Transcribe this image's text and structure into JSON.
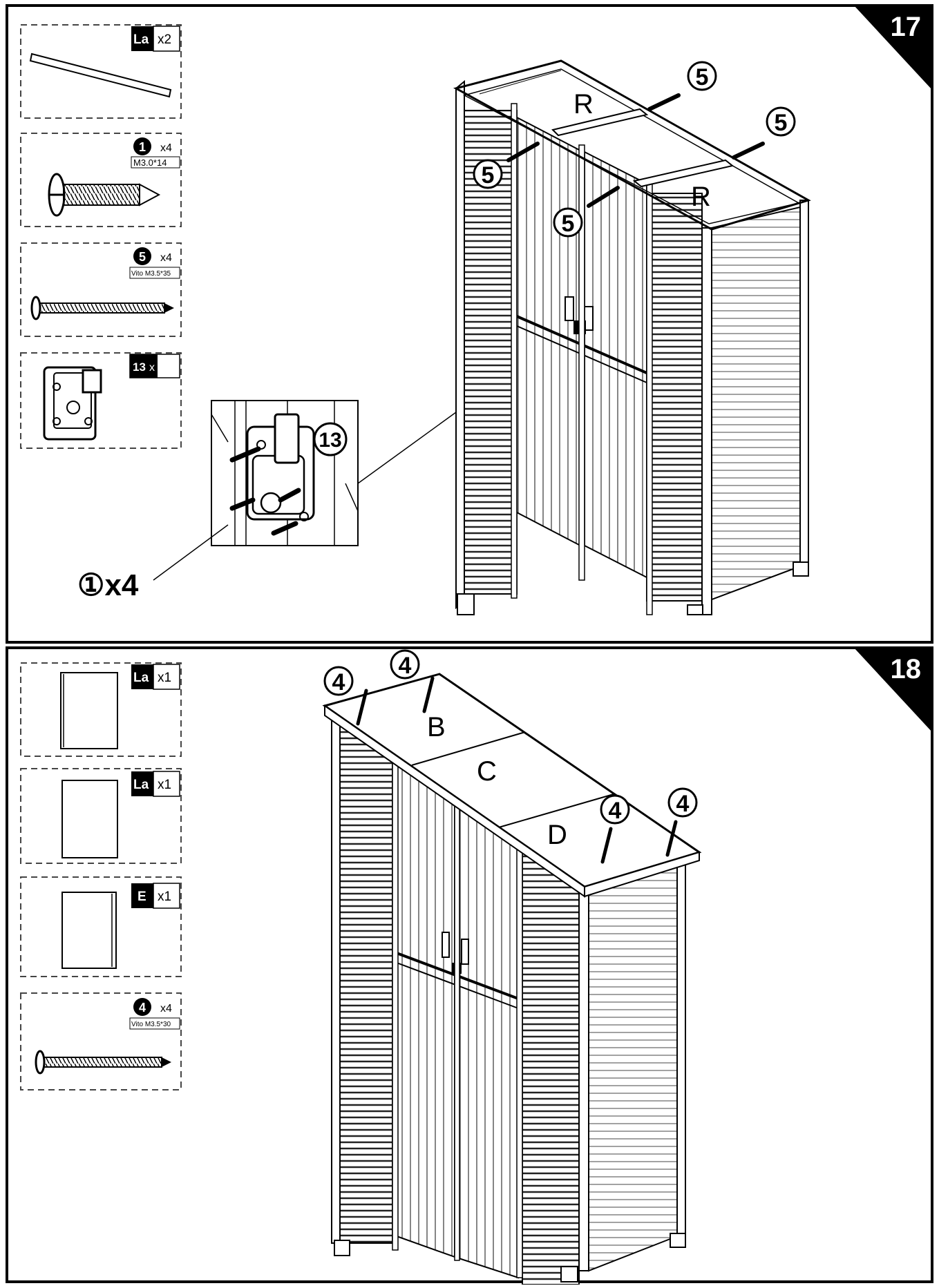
{
  "steps": [
    {
      "number": "17",
      "parts": [
        {
          "code": "La",
          "qty": "x2"
        },
        {
          "code": "1",
          "qty": "x4",
          "spec": "M3.0*14"
        },
        {
          "code": "5",
          "qty": "x4",
          "spec": "Vito M3.5*35"
        },
        {
          "code": "13",
          "qty": "x",
          "spec": ""
        }
      ],
      "callouts": {
        "screw5_a": "5",
        "screw5_b": "5",
        "screw5_c": "5",
        "screw5_d": "5",
        "rail_r1": "R",
        "rail_r2": "R",
        "hinge_part": "13",
        "screw1_note": "①x4"
      }
    },
    {
      "number": "18",
      "parts": [
        {
          "code": "La",
          "qty": "x1"
        },
        {
          "code": "La",
          "qty": "x1"
        },
        {
          "code": "E",
          "qty": "x1"
        },
        {
          "code": "4",
          "qty": "x4",
          "spec": "Vito M3.5*30"
        }
      ],
      "callouts": {
        "screw4_a": "4",
        "screw4_b": "4",
        "screw4_c": "4",
        "screw4_d": "4",
        "panel_b": "B",
        "panel_c": "C",
        "panel_d": "D"
      }
    }
  ]
}
